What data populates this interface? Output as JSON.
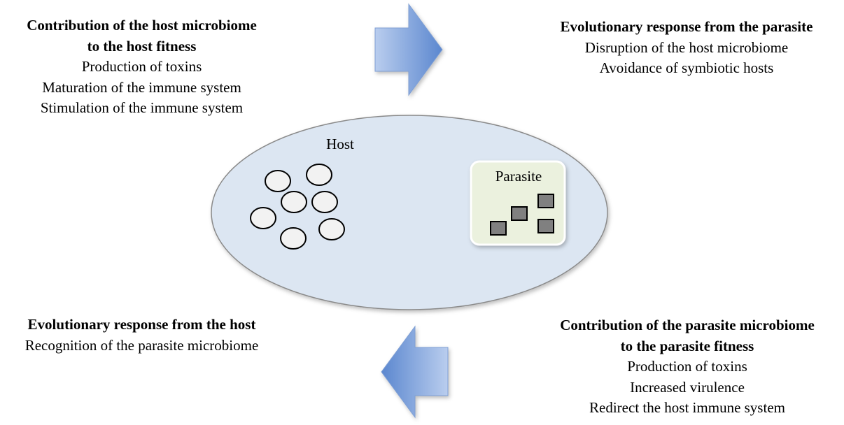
{
  "top_left": {
    "heading_lines": [
      "Contribution of the host microbiome",
      "to the host fitness"
    ],
    "items": [
      "Production of toxins",
      "Maturation of the immune system",
      "Stimulation of the immune system"
    ]
  },
  "top_right": {
    "heading_lines": [
      "Evolutionary response from the parasite"
    ],
    "items": [
      "Disruption of the host microbiome",
      "Avoidance of symbiotic hosts"
    ]
  },
  "bottom_left": {
    "heading_lines": [
      "Evolutionary response from the host"
    ],
    "items": [
      "Recognition of the parasite microbiome"
    ]
  },
  "bottom_right": {
    "heading_lines": [
      "Contribution of the parasite microbiome",
      "to the parasite fitness"
    ],
    "items": [
      "Production of toxins",
      "Increased virulence",
      "Redirect the host immune system"
    ]
  },
  "host": {
    "label": "Host"
  },
  "parasite": {
    "label": "Parasite"
  },
  "colors": {
    "host_fill": "#dce6f2",
    "host_stroke": "#8a8a8a",
    "parasite_fill": "#ebf1de",
    "microbe_fill": "#f2f2f2",
    "parasite_microbe_fill": "#808080",
    "arrow_light": "#b9cdee",
    "arrow_dark": "#5b87cf"
  }
}
